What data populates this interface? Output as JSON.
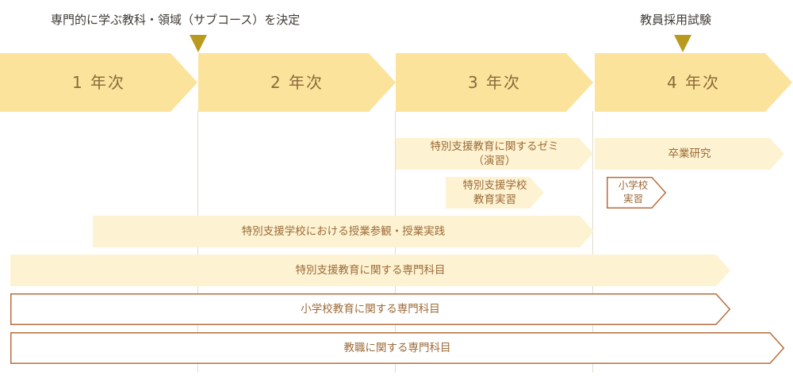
{
  "markers": {
    "course_decision": "専門的に学ぶ教科・領域（サブコース）を決定",
    "employment_exam": "教員採用試験"
  },
  "years": [
    "1 年次",
    "2 年次",
    "3 年次",
    "4 年次"
  ],
  "bars": {
    "seminar": "特別支援教育に関するゼミ\n（演習）",
    "graduation_research": "卒業研究",
    "special_school_practicum": "特別支援学校\n教育実習",
    "elementary_practicum": "小学校\n実習",
    "observation_practice": "特別支援学校における授業参観・授業実践",
    "special_subjects": "特別支援教育に関する専門科目",
    "elementary_subjects": "小学校教育に関する専門科目",
    "teaching_subjects": "教職に関する専門科目"
  },
  "colors": {
    "year_fill": "#fbe39b",
    "bar_fill": "#fdf3d2",
    "outline_stroke": "#b86d3d",
    "marker": "#b99a1e"
  }
}
